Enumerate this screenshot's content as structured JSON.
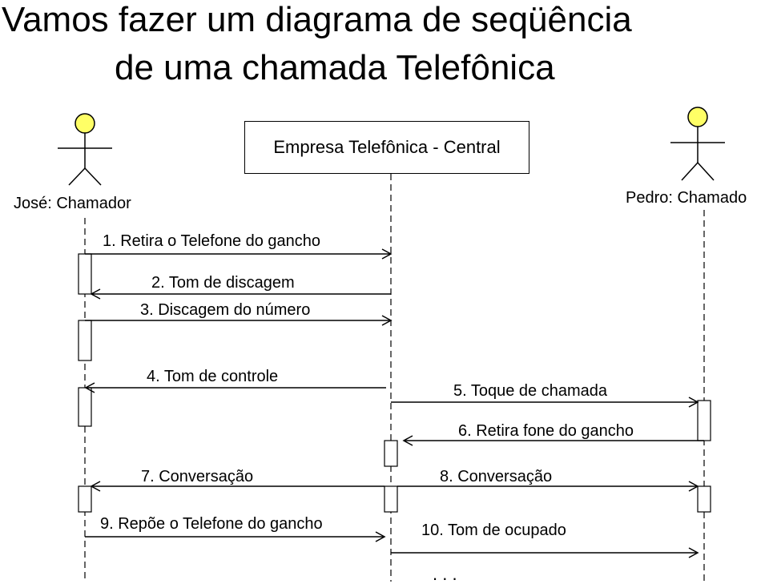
{
  "title": {
    "line1": "Vamos fazer um diagrama de seqüência",
    "line2": "de uma chamada Telefônica"
  },
  "actors": {
    "caller": {
      "label": "José: Chamador",
      "icon": "stick-figure-icon",
      "head_color": "#ffff66"
    },
    "callee": {
      "label": "Pedro: Chamado",
      "icon": "stick-figure-icon",
      "head_color": "#ffff66"
    }
  },
  "system": {
    "label": "Empresa Telefônica - Central"
  },
  "messages": [
    {
      "label": "1. Retira o Telefone do gancho",
      "from": "caller",
      "to": "system"
    },
    {
      "label": "2. Tom de discagem",
      "from": "system",
      "to": "caller"
    },
    {
      "label": "3. Discagem do número",
      "from": "caller",
      "to": "system"
    },
    {
      "label": "4. Tom de controle",
      "from": "system",
      "to": "caller"
    },
    {
      "label": "5. Toque de chamada",
      "from": "system",
      "to": "callee"
    },
    {
      "label": "6. Retira fone do gancho",
      "from": "callee",
      "to": "system"
    },
    {
      "label": "7. Conversação",
      "from": "system",
      "to": "caller"
    },
    {
      "label": "8. Conversação",
      "from": "system",
      "to": "callee"
    },
    {
      "label": "9. Repõe o Telefone do gancho",
      "from": "caller",
      "to": "system"
    },
    {
      "label": "10. Tom de ocupado",
      "from": "system",
      "to": "callee"
    }
  ],
  "continuation": ". . ."
}
